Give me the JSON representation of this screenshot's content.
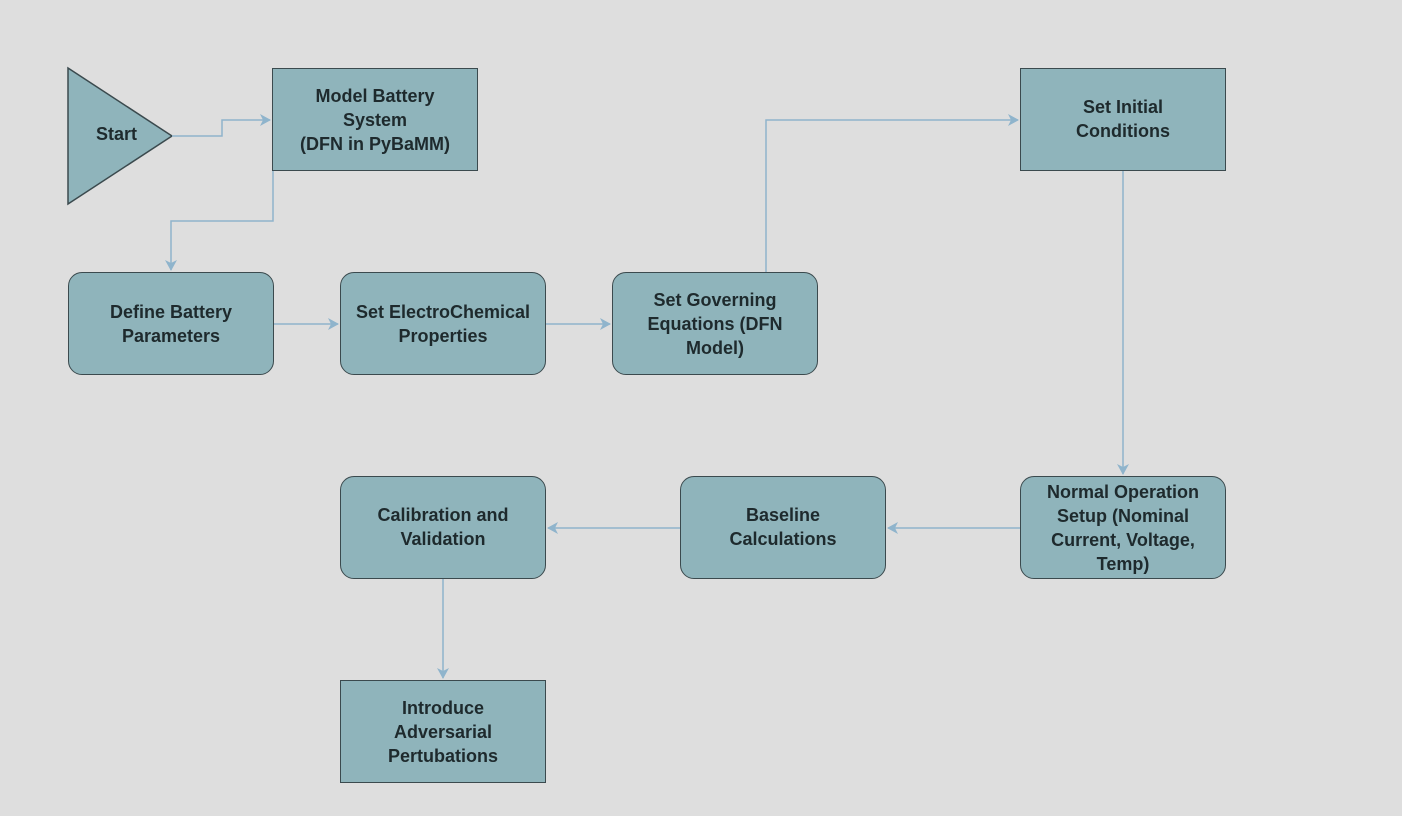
{
  "colors": {
    "background": "#dedede",
    "node_fill": "#8fb4bb",
    "node_border": "#3b4a4e",
    "edge": "#8fb4cc"
  },
  "nodes": {
    "start": "Start",
    "model_battery": "Model Battery\nSystem\n(DFN in PyBaMM)",
    "define_params": "Define Battery\nParameters",
    "electrochem": "Set ElectroChemical\nProperties",
    "governing": "Set Governing\nEquations (DFN\nModel)",
    "initial": "Set Initial\nConditions",
    "normal_op": "Normal Operation\nSetup (Nominal\nCurrent, Voltage,\nTemp)",
    "baseline": "Baseline\nCalculations",
    "calibration": "Calibration and\nValidation",
    "adversarial": "Introduce\nAdversarial\nPertubations"
  }
}
